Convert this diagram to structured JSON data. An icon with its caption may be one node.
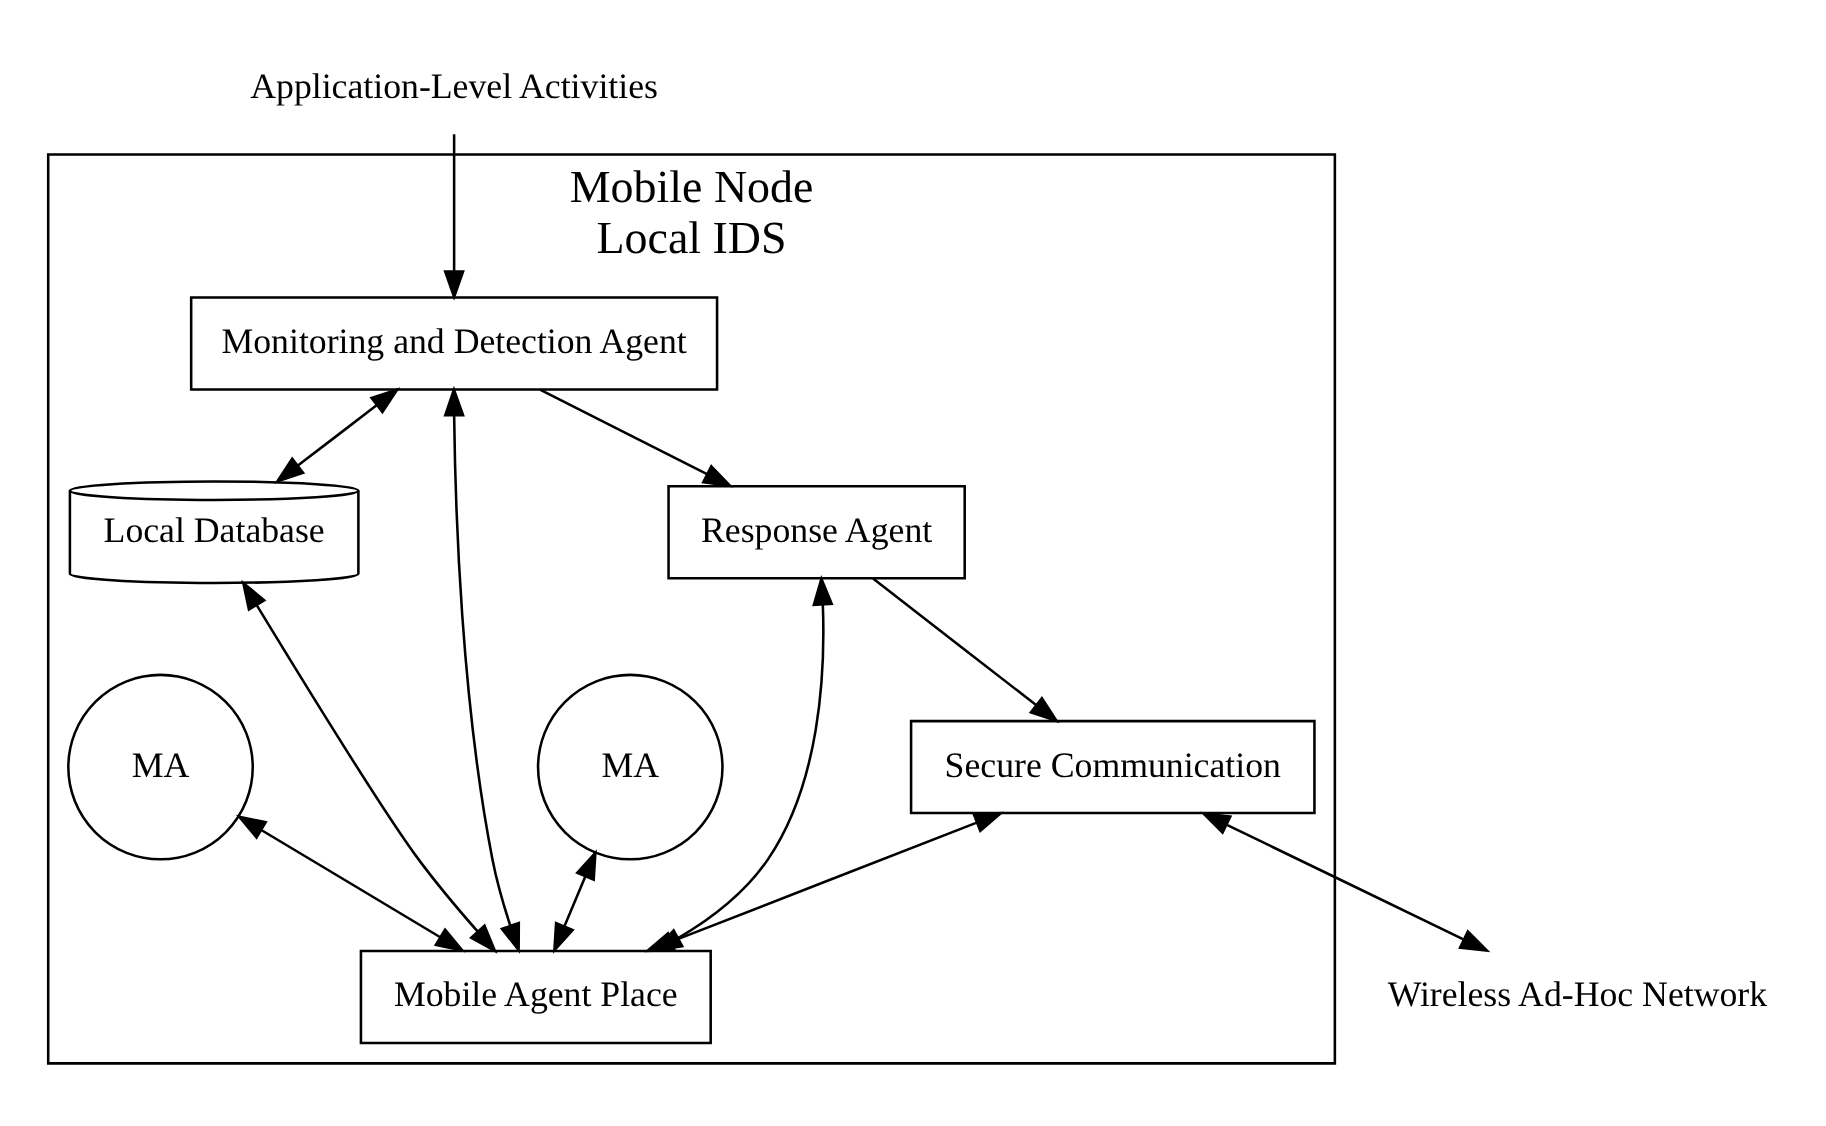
{
  "diagram": {
    "nodes": [
      {
        "text": [
          "Mobile Node",
          "Local IDS"
        ]
      },
      {
        "text": [
          "Application-Level Activities"
        ]
      },
      {
        "text": [
          "Monitoring and Detection Agent"
        ],
        "in": 0
      },
      {
        "text": [
          "Local Database"
        ],
        "in": 0
      },
      {
        "text": [
          "Response Agent"
        ],
        "in": 0
      },
      {
        "text": [
          "MA"
        ],
        "in": 0
      },
      {
        "text": [
          "MA"
        ],
        "in": 0
      },
      {
        "text": [
          "Mobile Agent Place"
        ],
        "in": 0
      },
      {
        "text": [
          "Secure Communication"
        ],
        "in": 0
      },
      {
        "text": [
          "Wireless Ad-Hoc Network"
        ]
      }
    ],
    "edges": [
      {
        "from": 1,
        "to": 2,
        "arrow": "to"
      },
      {
        "from": 2,
        "to": 3,
        "arrow": "both"
      },
      {
        "from": 2,
        "to": 4,
        "arrow": "to"
      },
      {
        "from": 4,
        "to": 8,
        "arrow": "to"
      },
      {
        "from": 3,
        "to": 7,
        "arrow": "both"
      },
      {
        "from": 5,
        "to": 7,
        "arrow": "both"
      },
      {
        "from": 6,
        "to": 7,
        "arrow": "both"
      },
      {
        "from": 2,
        "to": 7,
        "arrow": "both"
      },
      {
        "from": 4,
        "to": 7,
        "arrow": "both"
      },
      {
        "from": 8,
        "to": 7,
        "arrow": "both"
      },
      {
        "from": 8,
        "to": 9,
        "arrow": "both"
      }
    ]
  }
}
